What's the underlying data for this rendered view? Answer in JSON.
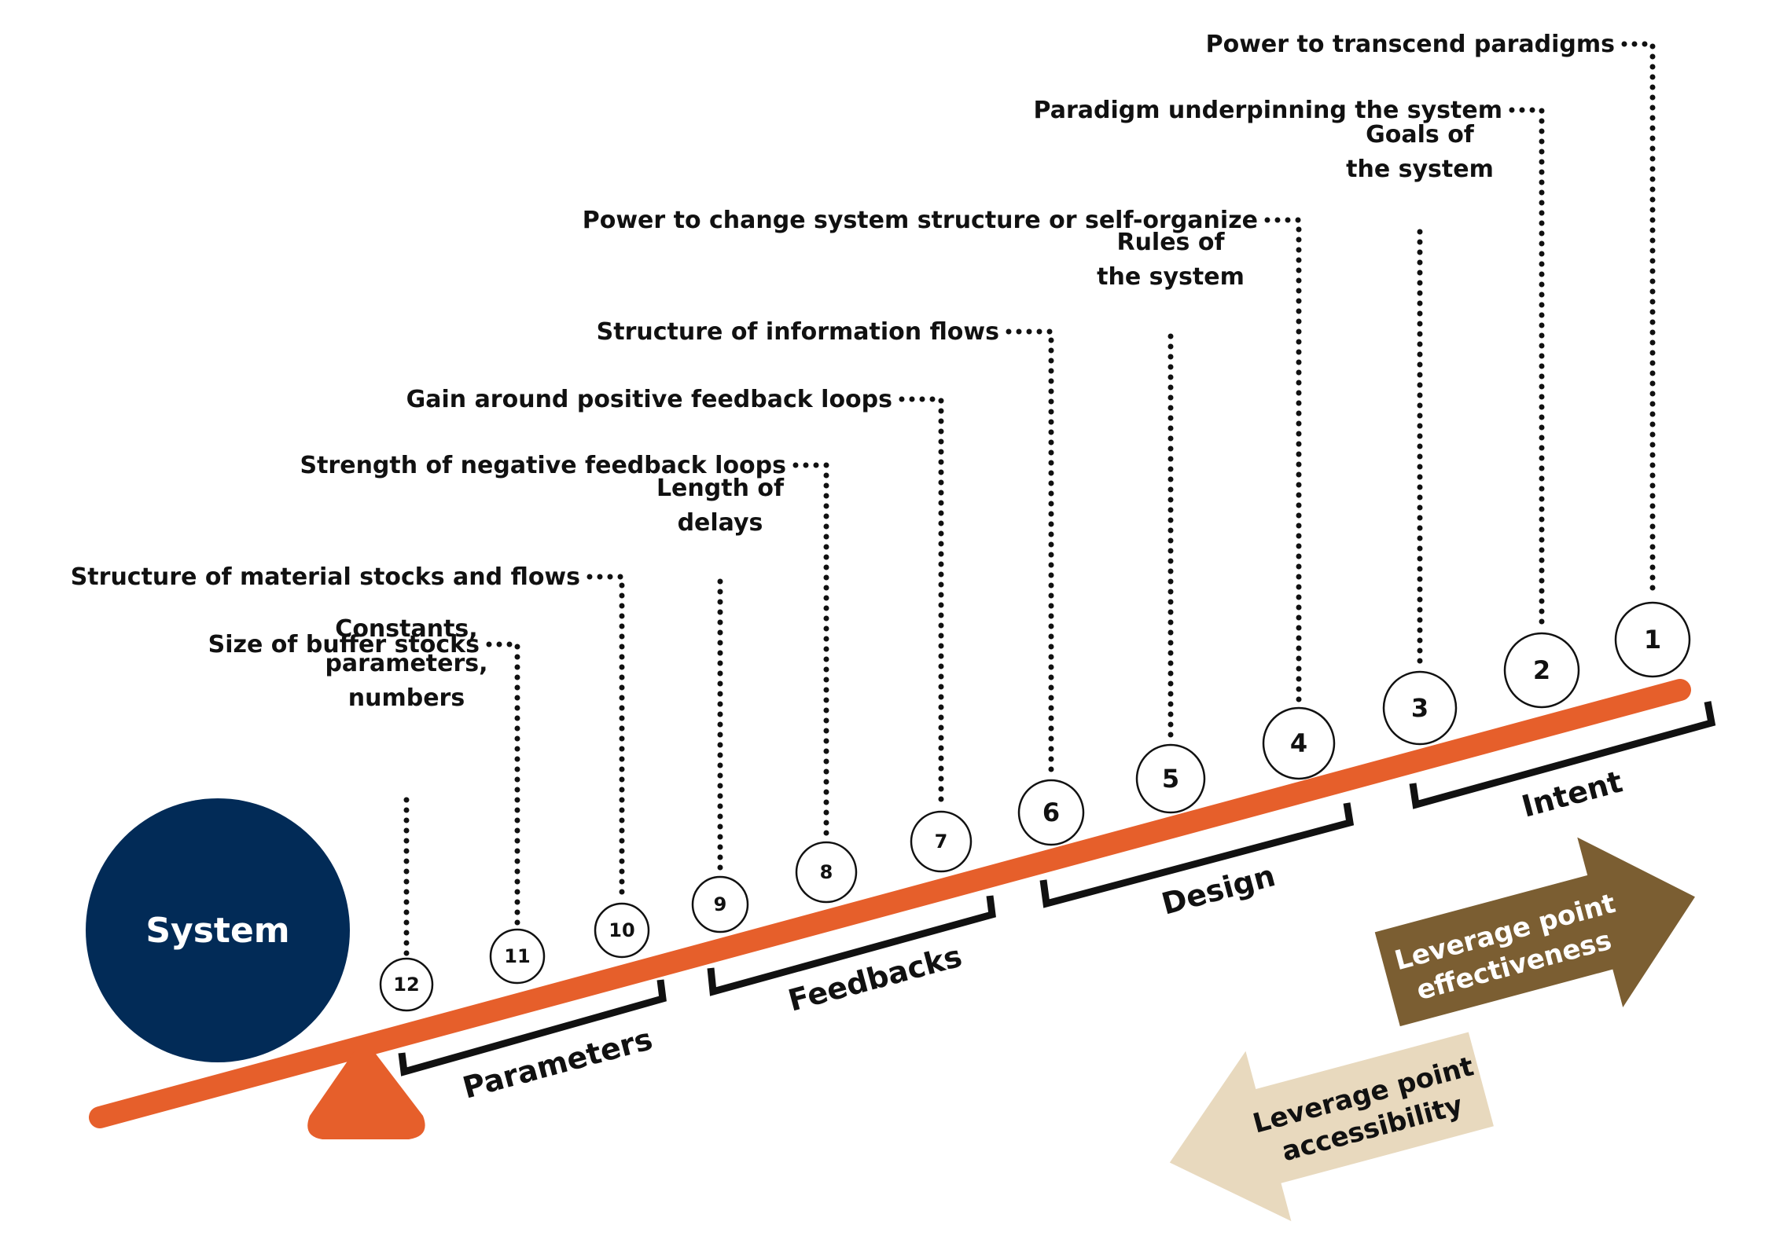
{
  "title": "Leverage points in a system",
  "colors": {
    "beam": "#E65F2B",
    "system": "#022B57",
    "effectiveness_arrow": "#7B5E32",
    "accessibility_arrow": "#E8D9BE",
    "ink": "#111111"
  },
  "system_label": "System",
  "leverage_points": [
    {
      "number": "12",
      "label_lines": [
        "Constants,",
        "parameters,",
        "numbers"
      ]
    },
    {
      "number": "11",
      "label_lines": [
        "Size of buffer stocks"
      ]
    },
    {
      "number": "10",
      "label_lines": [
        "Structure of material stocks and flows"
      ]
    },
    {
      "number": "9",
      "label_lines": [
        "Length of",
        "delays"
      ]
    },
    {
      "number": "8",
      "label_lines": [
        "Strength of negative feedback loops"
      ]
    },
    {
      "number": "7",
      "label_lines": [
        "Gain around positive feedback loops"
      ]
    },
    {
      "number": "6",
      "label_lines": [
        "Structure of information flows"
      ]
    },
    {
      "number": "5",
      "label_lines": [
        "Rules of",
        "the system"
      ]
    },
    {
      "number": "4",
      "label_lines": [
        "Power to change system structure or self-organize"
      ]
    },
    {
      "number": "3",
      "label_lines": [
        "Goals of",
        "the system"
      ]
    },
    {
      "number": "2",
      "label_lines": [
        "Paradigm underpinning the system"
      ]
    },
    {
      "number": "1",
      "label_lines": [
        "Power to transcend paradigms"
      ]
    }
  ],
  "groups": [
    {
      "name": "Parameters"
    },
    {
      "name": "Feedbacks"
    },
    {
      "name": "Design"
    },
    {
      "name": "Intent"
    }
  ],
  "arrows": {
    "effectiveness": [
      "Leverage point",
      "effectiveness"
    ],
    "accessibility": [
      "Leverage point",
      "accessibility"
    ]
  }
}
